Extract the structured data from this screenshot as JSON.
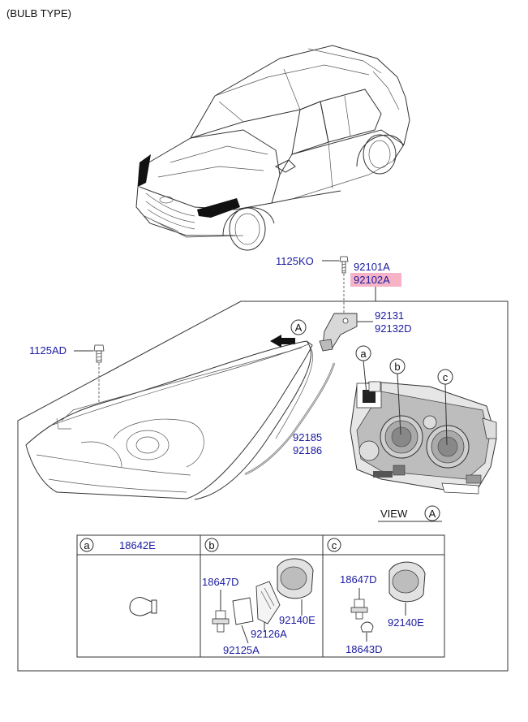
{
  "header": {
    "title": "(BULB TYPE)"
  },
  "parts": {
    "bolt_top": "1125KO",
    "headlamp_lh": "92101A",
    "headlamp_rh": "92102A",
    "bolt_left": "1125AD",
    "bracket_lh": "92131",
    "bracket_rh": "92132D",
    "trim_lh": "92185",
    "trim_rh": "92186"
  },
  "view": {
    "label": "VIEW",
    "marker": "A",
    "arrow_marker": "A"
  },
  "callouts": {
    "a": "a",
    "b": "b",
    "c": "c"
  },
  "table": {
    "a": {
      "key": "a",
      "part": "18642E"
    },
    "b": {
      "key": "b",
      "parts": [
        "18647D",
        "92126A",
        "92140E",
        "92125A"
      ]
    },
    "c": {
      "key": "c",
      "parts": [
        "18647D",
        "92140E",
        "18643D"
      ]
    }
  },
  "colors": {
    "label": "#1a1aa0",
    "highlight": "#f6b3c6",
    "line": "#333333"
  }
}
